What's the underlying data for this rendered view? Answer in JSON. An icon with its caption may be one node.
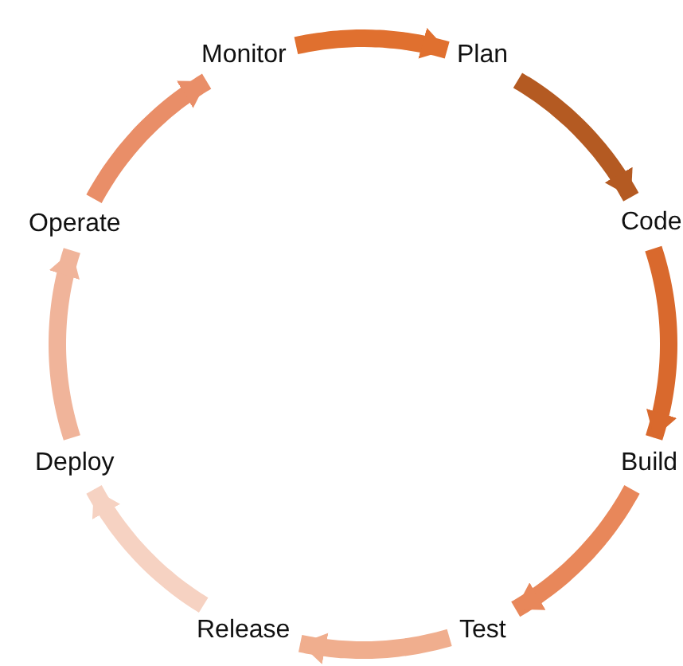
{
  "diagram": {
    "nodes": [
      {
        "text": [
          "Plan"
        ]
      },
      {
        "text": [
          "Code"
        ]
      },
      {
        "text": [
          "Build"
        ]
      },
      {
        "text": [
          "Test"
        ]
      },
      {
        "text": [
          "Release"
        ]
      },
      {
        "text": [
          "Deploy"
        ]
      },
      {
        "text": [
          "Operate"
        ]
      },
      {
        "text": [
          "Monitor"
        ]
      }
    ],
    "edges": [
      {
        "from": 7,
        "to": 0,
        "arrow": "to",
        "color": "#e0702f"
      },
      {
        "from": 0,
        "to": 1,
        "arrow": "to",
        "color": "#b45a22"
      },
      {
        "from": 1,
        "to": 2,
        "arrow": "to",
        "color": "#d9692d"
      },
      {
        "from": 2,
        "to": 3,
        "arrow": "to",
        "color": "#e8875a"
      },
      {
        "from": 3,
        "to": 4,
        "arrow": "to",
        "color": "#f0ae8e"
      },
      {
        "from": 4,
        "to": 5,
        "arrow": "to",
        "color": "#f6d2c2"
      },
      {
        "from": 5,
        "to": 6,
        "arrow": "to",
        "color": "#f0b49a"
      },
      {
        "from": 6,
        "to": 7,
        "arrow": "to",
        "color": "#e98e68"
      }
    ]
  }
}
